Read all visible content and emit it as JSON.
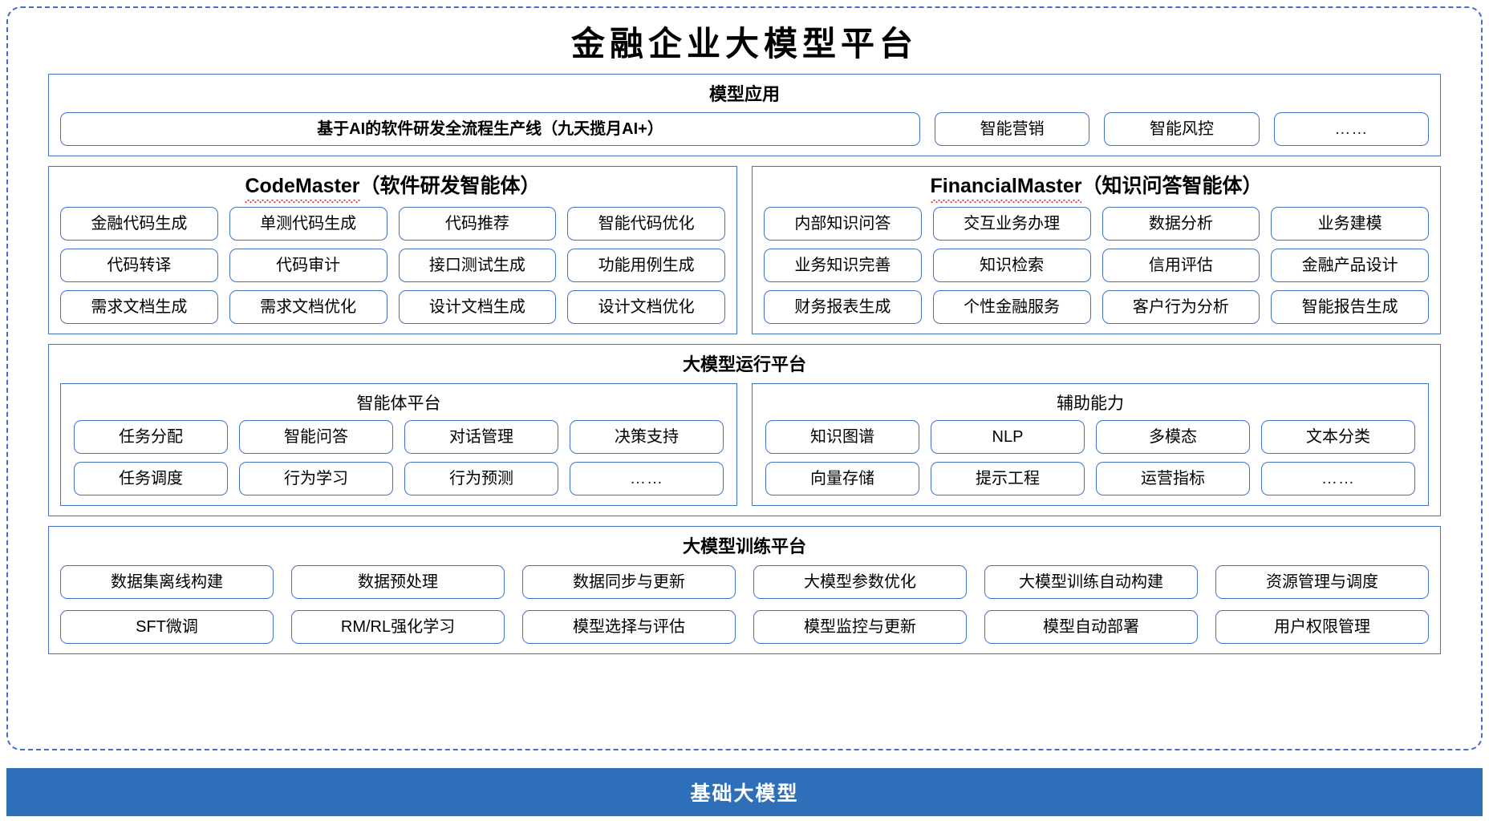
{
  "page": {
    "title": "金融企业大模型平台",
    "accent_color": "#4472c4",
    "base_bar_color": "#2e6fba",
    "frame_color": "#3f6fd0"
  },
  "model_application": {
    "title": "模型应用",
    "flagship": "基于AI的软件研发全流程生产线（九天揽月AI+）",
    "items": [
      "智能营销",
      "智能风控",
      "……"
    ]
  },
  "agents": [
    {
      "name": "CodeMaster",
      "suffix": "（软件研发智能体）",
      "misspelled": true,
      "rows": [
        [
          "金融代码生成",
          "单测代码生成",
          "代码推荐",
          "智能代码优化"
        ],
        [
          "代码转译",
          "代码审计",
          "接口测试生成",
          "功能用例生成"
        ],
        [
          "需求文档生成",
          "需求文档优化",
          "设计文档生成",
          "设计文档优化"
        ]
      ]
    },
    {
      "name": "FinancialMaster",
      "suffix": "（知识问答智能体）",
      "misspelled": true,
      "rows": [
        [
          "内部知识问答",
          "交互业务办理",
          "数据分析",
          "业务建模"
        ],
        [
          "业务知识完善",
          "知识检索",
          "信用评估",
          "金融产品设计"
        ],
        [
          "财务报表生成",
          "个性金融服务",
          "客户行为分析",
          "智能报告生成"
        ]
      ]
    }
  ],
  "run_platform": {
    "title": "大模型运行平台",
    "panels": [
      {
        "title": "智能体平台",
        "rows": [
          [
            "任务分配",
            "智能问答",
            "对话管理",
            "决策支持"
          ],
          [
            "任务调度",
            "行为学习",
            "行为预测",
            "……"
          ]
        ]
      },
      {
        "title": "辅助能力",
        "rows": [
          [
            "知识图谱",
            "NLP",
            "多模态",
            "文本分类"
          ],
          [
            "向量存储",
            "提示工程",
            "运营指标",
            "……"
          ]
        ]
      }
    ]
  },
  "training_platform": {
    "title": "大模型训练平台",
    "rows": [
      [
        "数据集离线构建",
        "数据预处理",
        "数据同步与更新",
        "大模型参数优化",
        "大模型训练自动构建",
        "资源管理与调度"
      ],
      [
        "SFT微调",
        "RM/RL强化学习",
        "模型选择与评估",
        "模型监控与更新",
        "模型自动部署",
        "用户权限管理"
      ]
    ]
  },
  "base_model": {
    "label": "基础大模型"
  }
}
